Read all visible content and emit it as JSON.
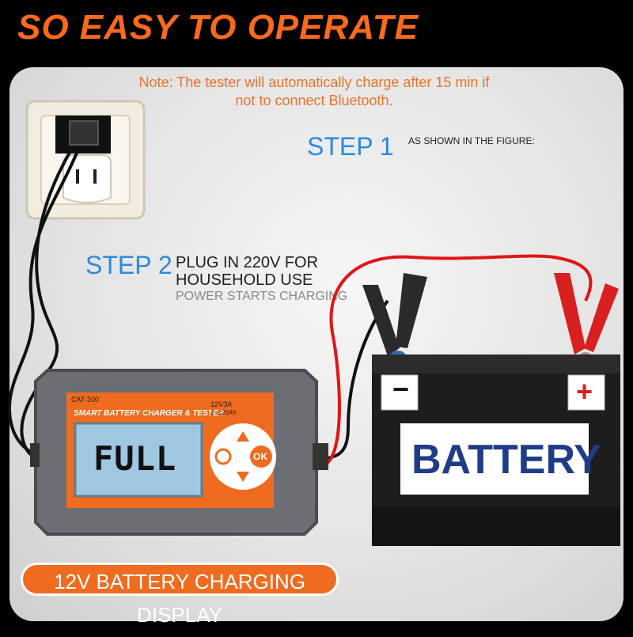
{
  "title": "SO EASY TO OPERATE",
  "note": "Note: The tester will automatically charge after 15 min if not to connect Bluetooth.",
  "step1": {
    "label": "STEP 1",
    "text": "AS SHOWN IN THE FIGURE:"
  },
  "step2": {
    "label": "STEP 2",
    "line1": "PLUG IN 220V FOR",
    "line2": "HOUSEHOLD USE",
    "line3": "POWER STARTS CHARGING"
  },
  "device": {
    "model": "CAT-200",
    "name": "SMART BATTERY CHARGER & TESTER",
    "spec_line1": "12V3A",
    "spec_line2": "2~120Ah",
    "display": "FULL",
    "ok_label": "OK"
  },
  "battery": {
    "label": "BATTERY",
    "minus": "−",
    "plus": "+"
  },
  "bottom_banner": "12V BATTERY CHARGING DISPLAY",
  "colors": {
    "accent_orange": "#ff6a1a",
    "step_blue": "#2a8ae0",
    "battery_label": "#1f3c88",
    "red_cable": "#e01616"
  }
}
